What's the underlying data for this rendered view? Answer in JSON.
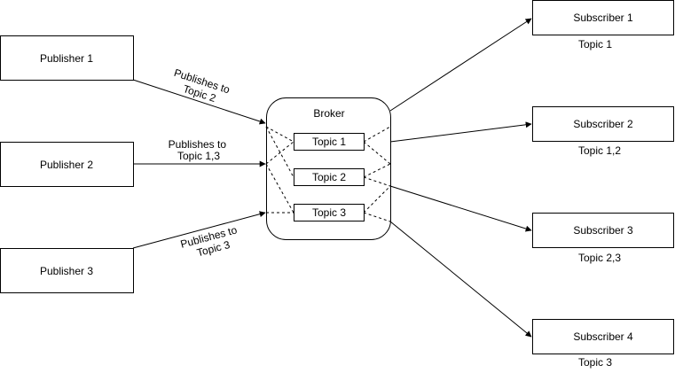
{
  "diagram": {
    "publishers": [
      {
        "label": "Publisher 1"
      },
      {
        "label": "Publisher 2"
      },
      {
        "label": "Publisher 3"
      }
    ],
    "broker": {
      "label": "Broker",
      "topics": [
        "Topic 1",
        "Topic 2",
        "Topic 3"
      ]
    },
    "subscribers": [
      {
        "label": "Subscriber 1",
        "topics_label": "Topic 1"
      },
      {
        "label": "Subscriber 2",
        "topics_label": "Topic 1,2"
      },
      {
        "label": "Subscriber 3",
        "topics_label": "Topic 2,3"
      },
      {
        "label": "Subscriber 4",
        "topics_label": "Topic 3"
      }
    ],
    "edge_labels": [
      {
        "line1": "Publishes to",
        "line2": "Topic 2"
      },
      {
        "line1": "Publishes to",
        "line2": "Topic 1,3"
      },
      {
        "line1": "Publishes to",
        "line2": "Topic 3"
      }
    ]
  }
}
